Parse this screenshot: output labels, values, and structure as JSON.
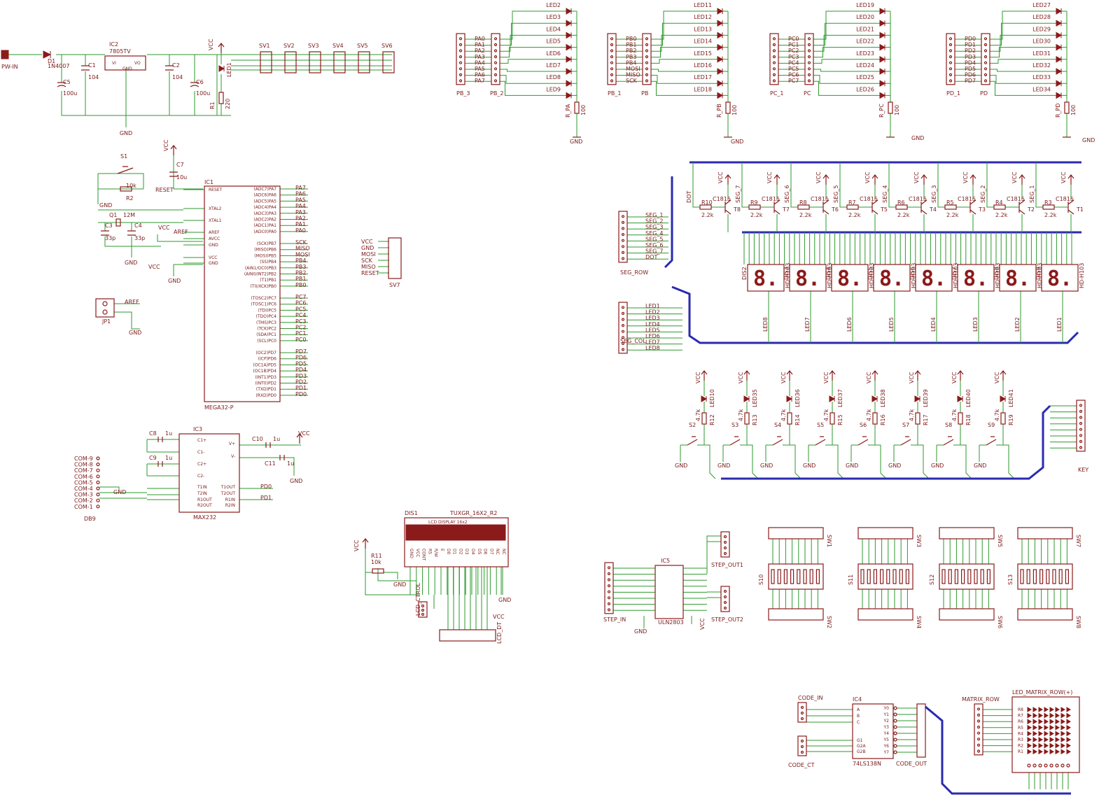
{
  "power": {
    "pw_in": "PW-IN",
    "d1": "D1",
    "d1_val": "1N4007",
    "c1": "C1",
    "c1_val": "104",
    "c5": "C5",
    "c5_val": "100u",
    "ic2": "IC2",
    "ic2_val": "7805TV",
    "ic2_vi": "VI",
    "ic2_vo": "VO",
    "ic2_gnd": "GND",
    "c2": "C2",
    "c2_val": "104",
    "c6": "C6",
    "c6_val": "100u",
    "r1": "R1",
    "r1_val": "220",
    "led1": "LED1",
    "vcc": "VCC",
    "gnd": "GND",
    "sv_labels": [
      "SV1",
      "SV2",
      "SV3",
      "SV4",
      "SV5",
      "SV6"
    ]
  },
  "mcu": {
    "ic1": "IC1",
    "name": "MEGA32-P",
    "s1": "S1",
    "r2": "R2",
    "r2_val": "10k",
    "c7": "C7",
    "c7_val": "10u",
    "q1": "Q1",
    "q1_val": "12M",
    "c3": "C3",
    "c3_val": "33p",
    "c4": "C4",
    "c4_val": "33p",
    "reset": "RESET",
    "aref": "AREF",
    "vcc": "VCC",
    "gnd": "GND",
    "jp1": "JP1",
    "left_pins": [
      "RESET",
      "XTAL2",
      "XTAL1",
      "AREF",
      "AVCC",
      "GND",
      "VCC",
      "GND"
    ],
    "right_pins": [
      "(ADC7)PA7",
      "(ADC6)PA6",
      "(ADC5)PA5",
      "(ADC4)PA4",
      "(ADC3)PA3",
      "(ADC2)PA2",
      "(ADC1)PA1",
      "(ADC0)PA0",
      "(SCK)PB7",
      "(MISO)PB6",
      "(MOSI)PB5",
      "(SS)PB4",
      "(AIN1/OC0)PB3",
      "(AIN0/INT2)PB2",
      "(T1)PB1",
      "(T0/XCK)PB0",
      "(TOSC2)PC7",
      "(TOSC1)PC6",
      "(TDI)PC5",
      "(TDO)PC4",
      "(TMS)PC3",
      "(TCK)PC2",
      "(SDA)PC1",
      "(SCL)PC0",
      "(OC2)PD7",
      "(ICP)PD6",
      "(OC1A)PD5",
      "(OC1B)PD4",
      "(INT1)PD3",
      "(INT0)PD2",
      "(TXD)PD1",
      "(RXD)PD0"
    ],
    "right_nets": [
      "PA7",
      "PA6",
      "PA5",
      "PA4",
      "PA3",
      "PA2",
      "PA1",
      "PA0",
      "SCK",
      "MISO",
      "MOSI",
      "PB4",
      "PB3",
      "PB2",
      "PB1",
      "PB0",
      "PC7",
      "PC6",
      "PC5",
      "PC4",
      "PC3",
      "PC2",
      "PC1",
      "PC0",
      "PD7",
      "PD6",
      "PD5",
      "PD4",
      "PD3",
      "PD2",
      "PD1",
      "PD0"
    ]
  },
  "isp": {
    "name": "SV7",
    "pins": [
      "VCC",
      "GND",
      "MOSI",
      "SCK",
      "MISO",
      "RESET"
    ]
  },
  "serial": {
    "ic3": "IC3",
    "name": "MAX232",
    "db9": "DB9",
    "c8": "C8",
    "c9": "C9",
    "c10": "C10",
    "c11": "C11",
    "cap_val": "1u",
    "vcc": "VCC",
    "gnd": "GND",
    "left_pins": [
      "C1+",
      "C1-",
      "C2+",
      "C2-",
      "T1IN",
      "T2IN",
      "R1OUT",
      "R2OUT"
    ],
    "right_pins": [
      "V+",
      "V-",
      "T1OUT",
      "T2OUT",
      "R1IN",
      "R2IN"
    ],
    "nets": [
      "PD0",
      "PD1"
    ],
    "com": [
      "COM-9",
      "COM-8",
      "COM-7",
      "COM-6",
      "COM-5",
      "COM-4",
      "COM-3",
      "COM-2",
      "COM-1"
    ]
  },
  "led_groups": [
    {
      "left": "PB_3",
      "right": "PB_2",
      "nets": [
        "PA0",
        "PA1",
        "PA2",
        "PA3",
        "PA4",
        "PA5",
        "PA6",
        "PA7"
      ],
      "leds": [
        "LED2",
        "LED3",
        "LED4",
        "LED5",
        "LED6",
        "LED7",
        "LED8",
        "LED9"
      ],
      "res": "R_PA",
      "res_val": "100"
    },
    {
      "left": "PB_1",
      "right": "PB",
      "nets": [
        "PB0",
        "PB1",
        "PB2",
        "PB3",
        "PB4",
        "MOSI",
        "MISO",
        "SCK"
      ],
      "leds": [
        "LED11",
        "LED12",
        "LED13",
        "LED14",
        "LED15",
        "LED16",
        "LED17",
        "LED18"
      ],
      "res": "R_PB",
      "res_val": "100"
    },
    {
      "left": "PC_1",
      "right": "PC",
      "nets": [
        "PC0",
        "PC1",
        "PC2",
        "PC3",
        "PC4",
        "PC5",
        "PC6",
        "PC7"
      ],
      "leds": [
        "LED19",
        "LED20",
        "LED21",
        "LED22",
        "LED23",
        "LED24",
        "LED25",
        "LED26"
      ],
      "res": "R_PC",
      "res_val": "100"
    },
    {
      "left": "PD_1",
      "right": "PD",
      "nets": [
        "PD0",
        "PD1",
        "PD2",
        "PD3",
        "PD4",
        "PD5",
        "PD6",
        "PD7"
      ],
      "leds": [
        "LED27",
        "LED28",
        "LED29",
        "LED30",
        "LED31",
        "LED32",
        "LED33",
        "LED34"
      ],
      "res": "R_PD",
      "res_val": "100"
    }
  ],
  "seg_display": {
    "seg_row": "SEG_ROW",
    "seg_col": "SEG_COL",
    "row_nets": [
      "SEG_1",
      "SEG_2",
      "SEG_3",
      "SEG_4",
      "SEG_5",
      "SEG_6",
      "SEG_7",
      "DOT"
    ],
    "col_nets": [
      "LED1",
      "LED2",
      "LED3",
      "LED4",
      "LED5",
      "LED6",
      "LED7",
      "LED8"
    ],
    "drivers": [
      {
        "t": "T8",
        "r": "R10",
        "net": "DOT"
      },
      {
        "t": "T7",
        "r": "R9",
        "net": "SEG_7"
      },
      {
        "t": "T6",
        "r": "R8",
        "net": "SEG_6"
      },
      {
        "t": "T5",
        "r": "R7",
        "net": "SEG_5"
      },
      {
        "t": "T4",
        "r": "R6",
        "net": "SEG_4"
      },
      {
        "t": "T3",
        "r": "R5",
        "net": "SEG_3"
      },
      {
        "t": "T2",
        "r": "R4",
        "net": "SEG_2"
      },
      {
        "t": "T1",
        "r": "R3",
        "net": "SEG_1"
      }
    ],
    "r_val": "2.2k",
    "t_val": "C1815",
    "vcc": "VCC",
    "digits": [
      {
        "name": "DIS2",
        "col": "LED8"
      },
      {
        "name": "DIS3",
        "col": "LED7"
      },
      {
        "name": "DIS4",
        "col": "LED6"
      },
      {
        "name": "DIS5",
        "col": "LED5"
      },
      {
        "name": "DIS6",
        "col": "LED4"
      },
      {
        "name": "DIS7",
        "col": "LED3"
      },
      {
        "name": "DIS8",
        "col": "LED2"
      },
      {
        "name": "DIS9",
        "col": "LED1"
      }
    ],
    "digit_char": "8.",
    "digit_part": "HD-H103"
  },
  "keys": {
    "switches": [
      "S2",
      "S3",
      "S4",
      "S5",
      "S6",
      "S7",
      "S8",
      "S9"
    ],
    "leds": [
      "LED10",
      "LED35",
      "LED36",
      "LED37",
      "LED38",
      "LED39",
      "LED40",
      "LED41"
    ],
    "res": [
      "R12",
      "R13",
      "R14",
      "R15",
      "R16",
      "R17",
      "R18",
      "R19"
    ],
    "res_val": "4.7k",
    "vcc": "VCC",
    "gnd": "GND",
    "connector": "KEY"
  },
  "lcd": {
    "dis1": "DIS1",
    "name": "TUXGR_16X2_R2",
    "title": "LCD DISPLAY 16x2",
    "pins": [
      "GND",
      "VCC",
      "CONT",
      "RS",
      "R/W",
      "E",
      "D0",
      "D1",
      "D2",
      "D3",
      "D4",
      "D5",
      "D6",
      "D7",
      "NC",
      "NC"
    ],
    "r11": "R11",
    "r11_val": "10k",
    "vcc": "VCC",
    "gnd": "GND",
    "ctrl": "LCD_CTROL",
    "dt": "LCD_DT"
  },
  "stepper": {
    "ic5": "IC5",
    "name": "ULN2803",
    "step_in": "STEP_IN",
    "out1": "STEP_OUT1",
    "out2": "STEP_OUT2",
    "gnd": "GND",
    "vcc": "VCC"
  },
  "dip": {
    "blocks": [
      {
        "top": "SW1",
        "s": "S10",
        "bot": "SW2"
      },
      {
        "top": "SW3",
        "s": "S11",
        "bot": "SW4"
      },
      {
        "top": "SW5",
        "s": "S12",
        "bot": "SW6"
      },
      {
        "top": "SW7",
        "s": "S13",
        "bot": "SW8"
      }
    ]
  },
  "decoder": {
    "ic4": "IC4",
    "name": "74LS138N",
    "code_in": "CODE_IN",
    "code_ct": "CODE_CT",
    "code_out": "CODE_OUT",
    "in_pins": [
      "A",
      "B",
      "C"
    ],
    "en_pins": [
      "G1",
      "G2A",
      "G2B"
    ],
    "out_pins": [
      "Y0",
      "Y1",
      "Y2",
      "Y3",
      "Y4",
      "Y5",
      "Y6",
      "Y7"
    ]
  },
  "matrix": {
    "matrix_row": "MATRIX_ROW",
    "title": "LED_MATRIX_ROW(+)",
    "rows": [
      "R8",
      "R7",
      "R6",
      "R5",
      "R4",
      "R3",
      "R2",
      "R1"
    ]
  }
}
